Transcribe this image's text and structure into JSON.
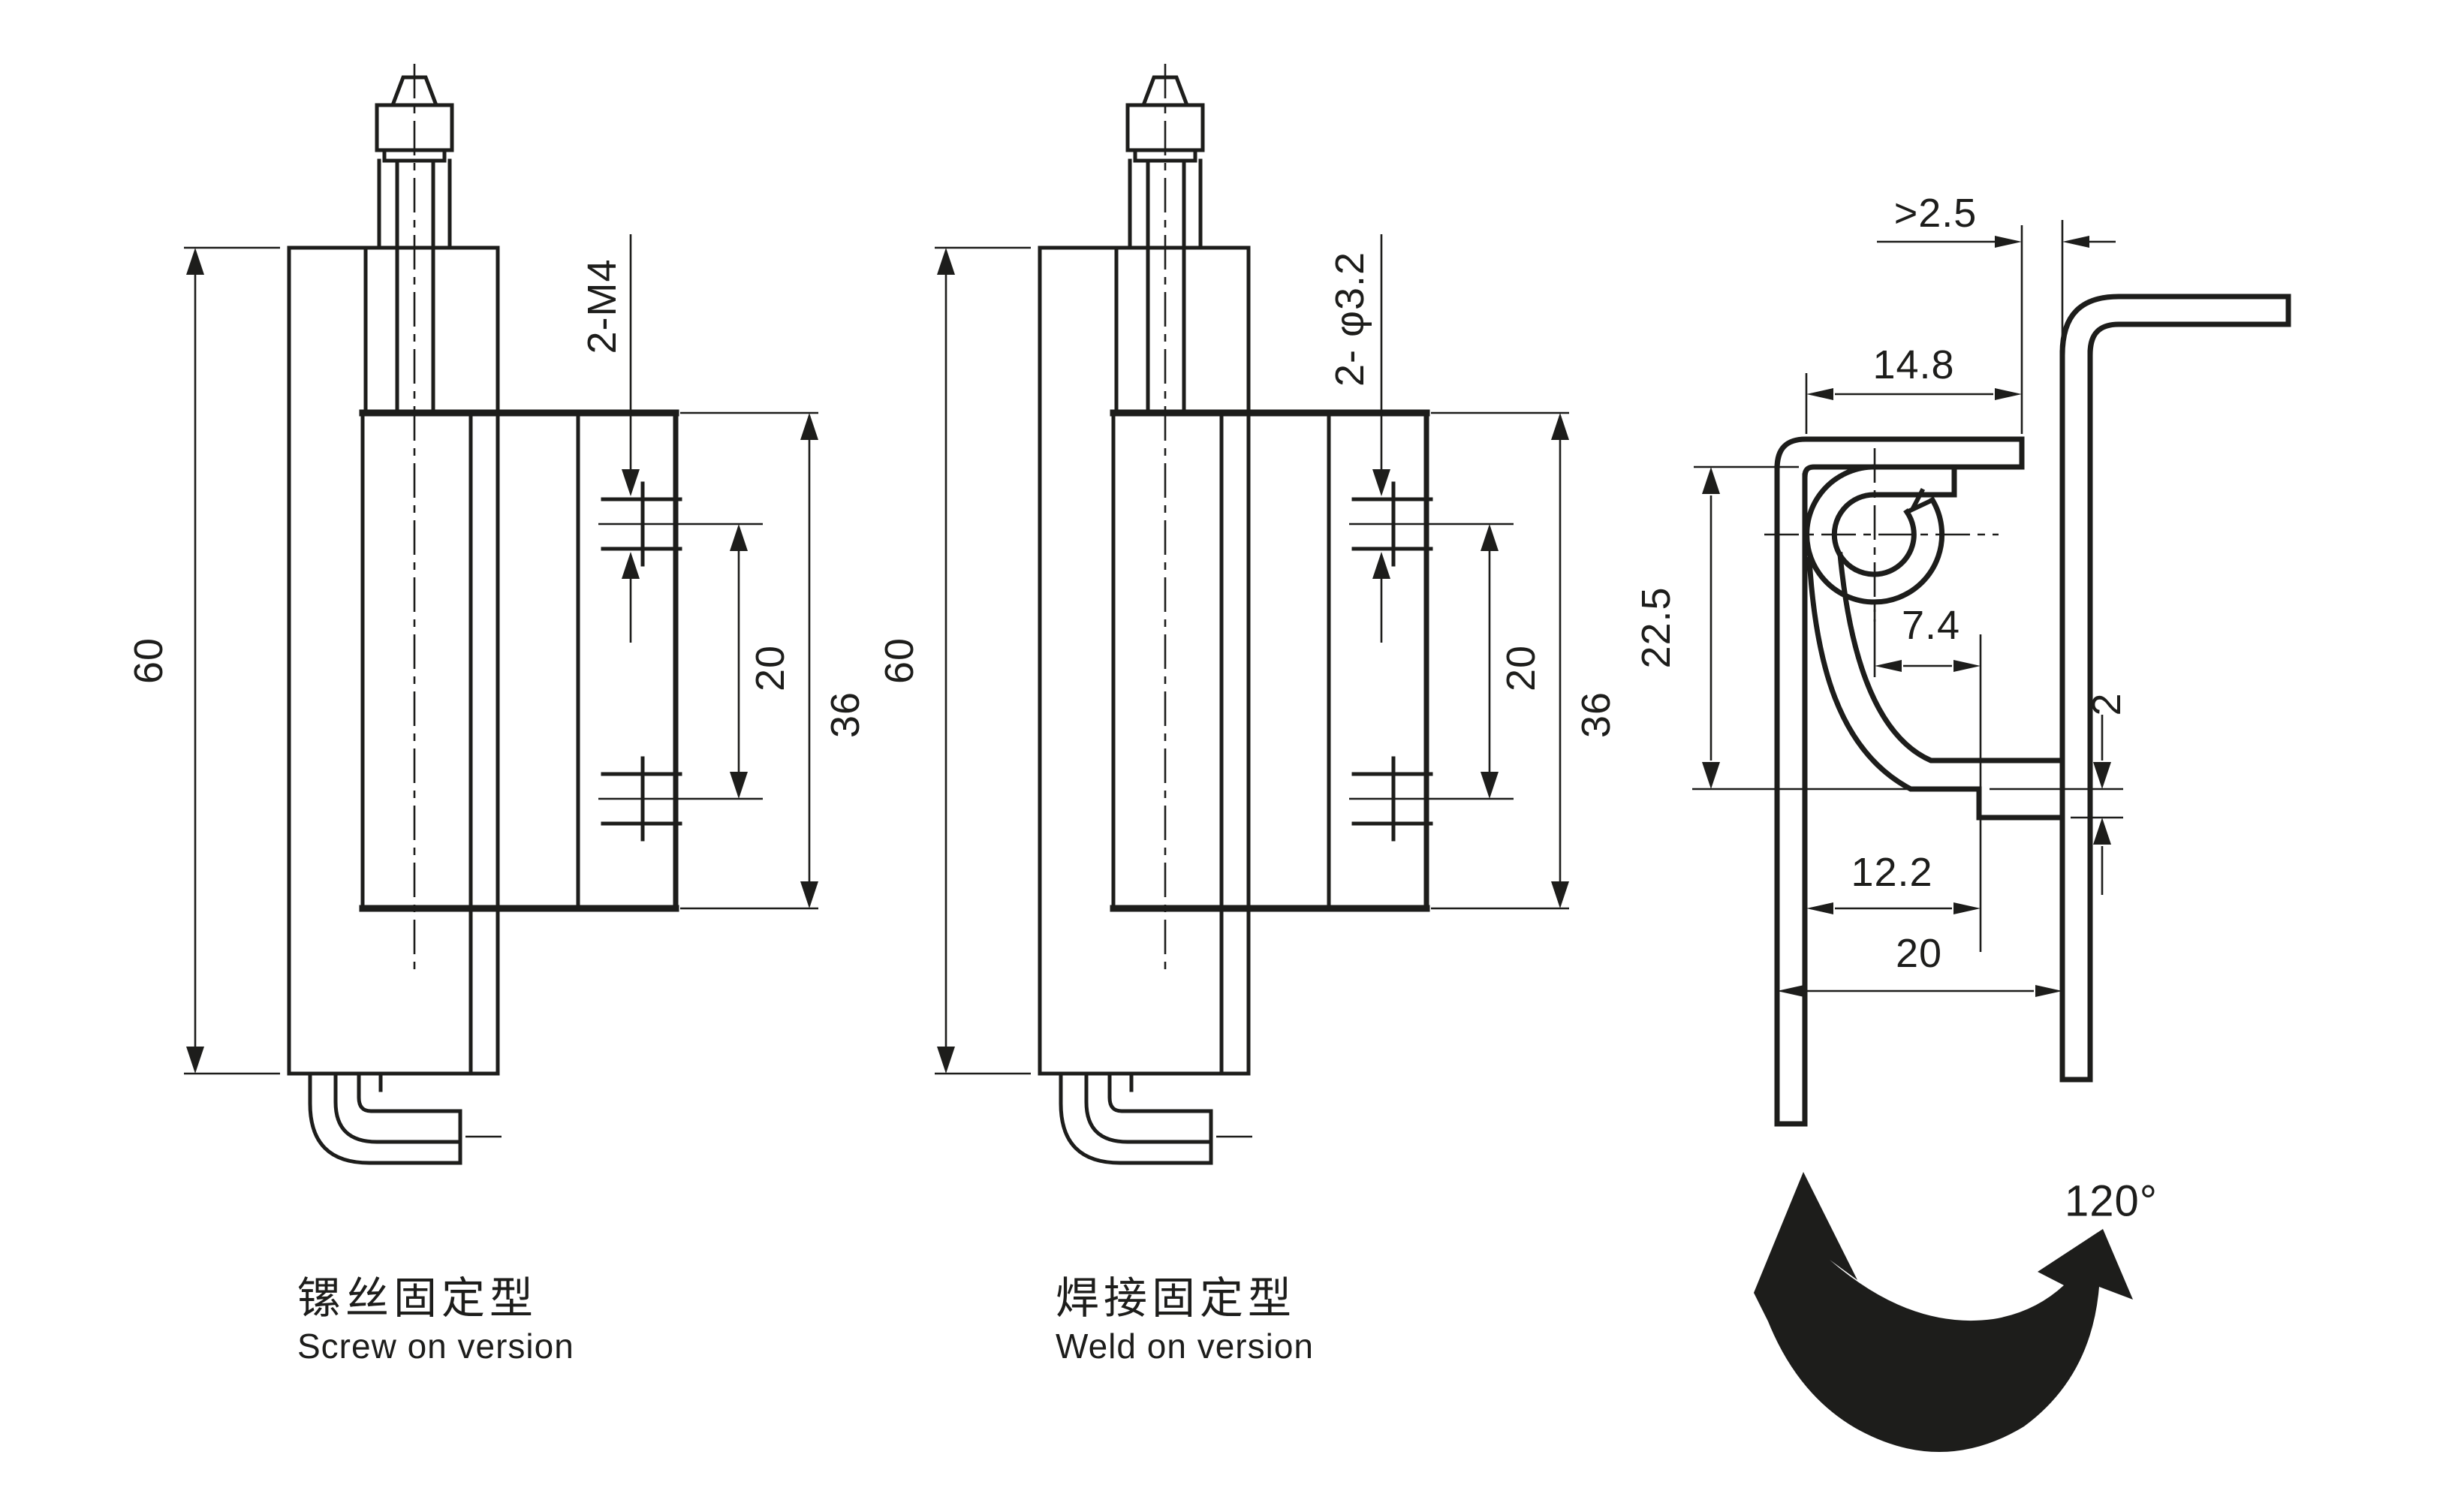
{
  "drawing": {
    "background_color": "#ffffff",
    "line_color": "#1d1d1b",
    "views": [
      {
        "id": "screw-on",
        "caption_zh": "镙丝固定型",
        "caption_en": "Screw on version",
        "dims": {
          "height": "60",
          "holes": "2-M4",
          "hole_spacing": "20",
          "flange_height": "36"
        }
      },
      {
        "id": "weld-on",
        "caption_zh": "焊接固定型",
        "caption_en": "Weld on version",
        "dims": {
          "height": "60",
          "holes": "2- φ3.2",
          "hole_spacing": "20",
          "flange_height": "36"
        }
      },
      {
        "id": "profile",
        "dims": {
          "door_clearance": ">2.5",
          "lip_width": "14.8",
          "body_height": "22.5",
          "pin_offset": "7.4",
          "sheet_thickness": "2",
          "foot_depth": "12.2",
          "depth": "20",
          "opening_angle": "120°"
        }
      }
    ]
  }
}
